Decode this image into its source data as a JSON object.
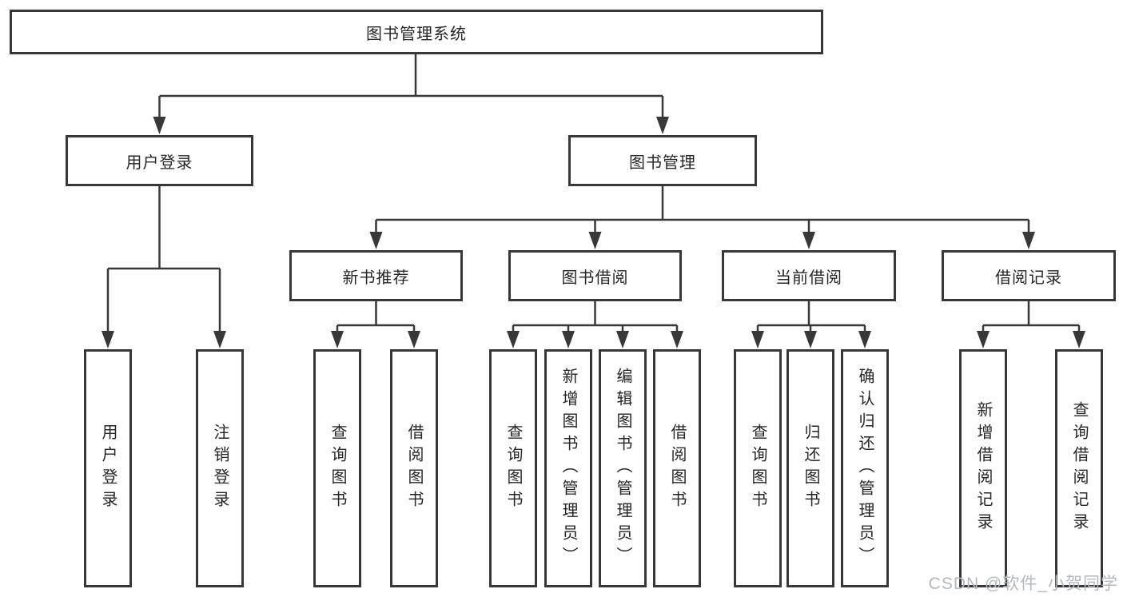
{
  "diagram_title": "图书管理系统",
  "watermark": "CSDN @软件_小贺同学",
  "colors": {
    "line": "#383838",
    "text": "#262626",
    "watermark": "#b5b8bd",
    "background": "#ffffff"
  },
  "tree": {
    "label": "图书管理系统",
    "children": [
      {
        "label": "用户登录",
        "children": [
          {
            "label": "用户登录"
          },
          {
            "label": "注销登录"
          }
        ]
      },
      {
        "label": "图书管理",
        "children": [
          {
            "label": "新书推荐",
            "children": [
              {
                "label": "查询图书"
              },
              {
                "label": "借阅图书"
              }
            ]
          },
          {
            "label": "图书借阅",
            "children": [
              {
                "label": "查询图书"
              },
              {
                "label": "新增图书（管理员）"
              },
              {
                "label": "编辑图书（管理员）"
              },
              {
                "label": "借阅图书"
              }
            ]
          },
          {
            "label": "当前借阅",
            "children": [
              {
                "label": "查询图书"
              },
              {
                "label": "归还图书"
              },
              {
                "label": "确认归还（管理员）"
              }
            ]
          },
          {
            "label": "借阅记录",
            "children": [
              {
                "label": "新增借阅记录"
              },
              {
                "label": "查询借阅记录"
              }
            ]
          }
        ]
      }
    ]
  }
}
